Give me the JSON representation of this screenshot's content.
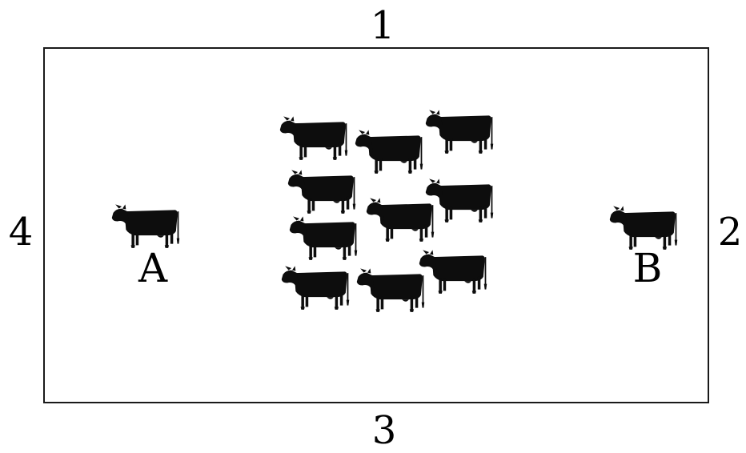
{
  "sides": {
    "top": "1",
    "right": "2",
    "bottom": "3",
    "left": "4"
  },
  "labels": {
    "cow_a": "A",
    "cow_b": "B"
  },
  "colors": {
    "cow": "#0d0d0d",
    "border": "#1a1a1a",
    "background": "#ffffff"
  },
  "icon": "cow-icon"
}
